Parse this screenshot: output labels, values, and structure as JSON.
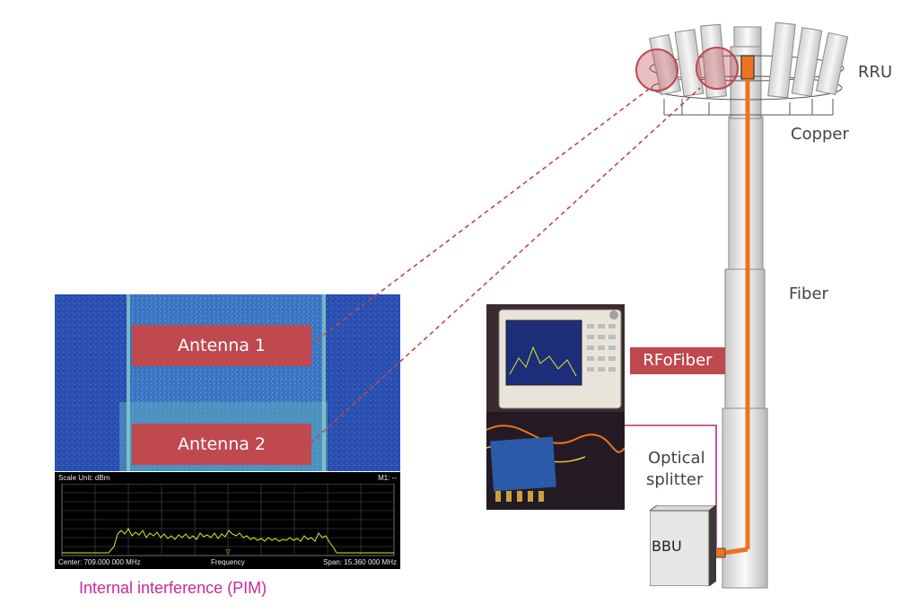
{
  "spectrum": {
    "antenna_1": "Antenna 1",
    "antenna_2": "Antenna 2",
    "scale_unit": "Scale Unit: dBm",
    "marker": "M1: --",
    "center": "Center: 709.000 000 MHz",
    "frequency": "Frequency",
    "span": "Span: 15.360 000 MHz"
  },
  "caption": "Internal interference (PIM)",
  "labels": {
    "rru": "RRU",
    "copper": "Copper",
    "fiber": "Fiber",
    "rfofiber": "RFoFiber",
    "optical_splitter_line1": "Optical",
    "optical_splitter_line2": "splitter",
    "bbu": "BBU"
  },
  "colors": {
    "highlight_red": "#c0484f",
    "fiber_orange": "#ee7320",
    "caption_magenta": "#c8299a",
    "waterfall_blue": "#2b4fb0"
  }
}
